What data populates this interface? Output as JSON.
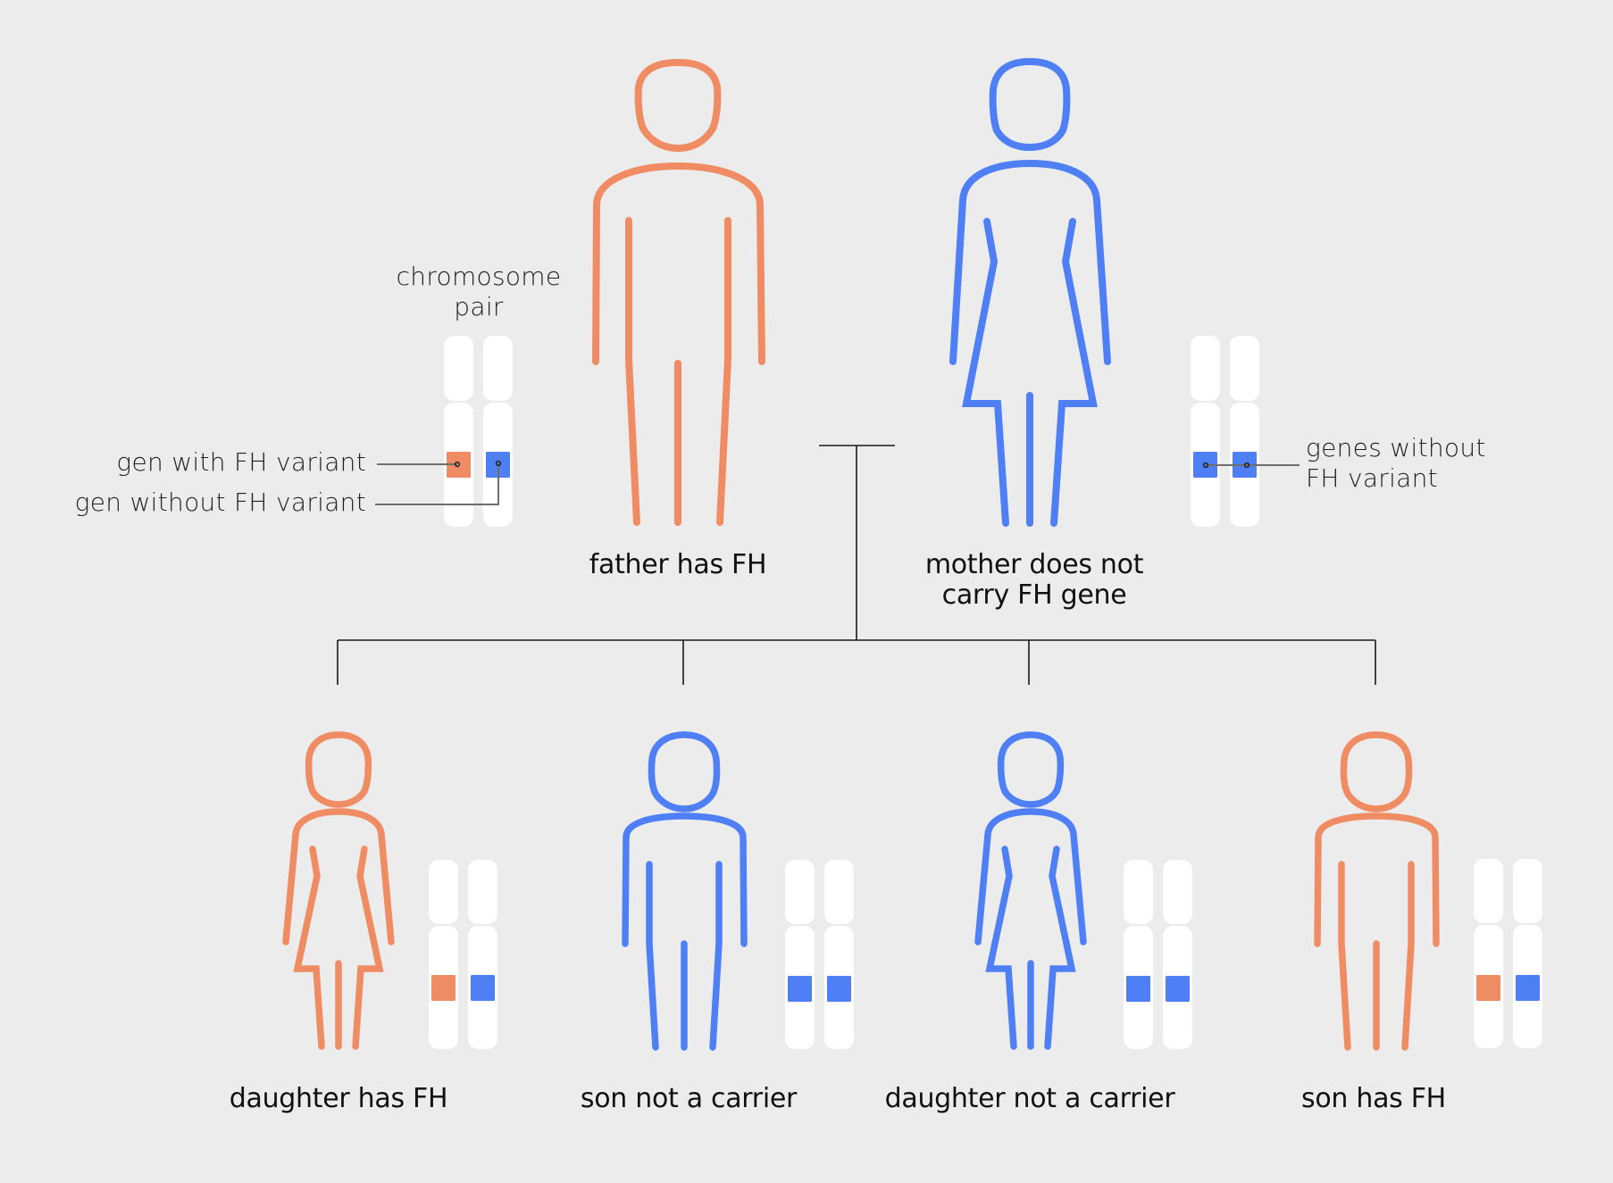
{
  "colors": {
    "background": "#ECECEC",
    "fh_variant": "#F08C63",
    "no_variant": "#4F7FF5",
    "chromosome": "#FFFFFF",
    "line": "#1A1A1A",
    "text": "#111111"
  },
  "legend": {
    "chromosome_pair_line1": "chromosome",
    "chromosome_pair_line2": "pair",
    "gene_with_variant": "gen with FH variant",
    "gene_without_variant": "gen without FH variant",
    "genes_without_variant_line1": "genes without",
    "genes_without_variant_line2": "FH variant"
  },
  "parents": [
    {
      "role": "father",
      "label": "father has FH",
      "color": "fh_variant",
      "figure": "male-figure-icon",
      "genes": [
        "fh_variant",
        "no_variant"
      ]
    },
    {
      "role": "mother",
      "label_line1": "mother does not",
      "label_line2": "carry FH gene",
      "color": "no_variant",
      "figure": "female-figure-icon",
      "genes": [
        "no_variant",
        "no_variant"
      ]
    }
  ],
  "children": [
    {
      "label": "daughter has FH",
      "color": "fh_variant",
      "figure": "female-figure-icon",
      "genes": [
        "fh_variant",
        "no_variant"
      ]
    },
    {
      "label": "son not a carrier",
      "color": "no_variant",
      "figure": "male-figure-icon",
      "genes": [
        "no_variant",
        "no_variant"
      ]
    },
    {
      "label": "daughter not a carrier",
      "color": "no_variant",
      "figure": "female-figure-icon",
      "genes": [
        "no_variant",
        "no_variant"
      ]
    },
    {
      "label": "son has FH",
      "color": "fh_variant",
      "figure": "male-figure-icon",
      "genes": [
        "fh_variant",
        "no_variant"
      ]
    }
  ]
}
